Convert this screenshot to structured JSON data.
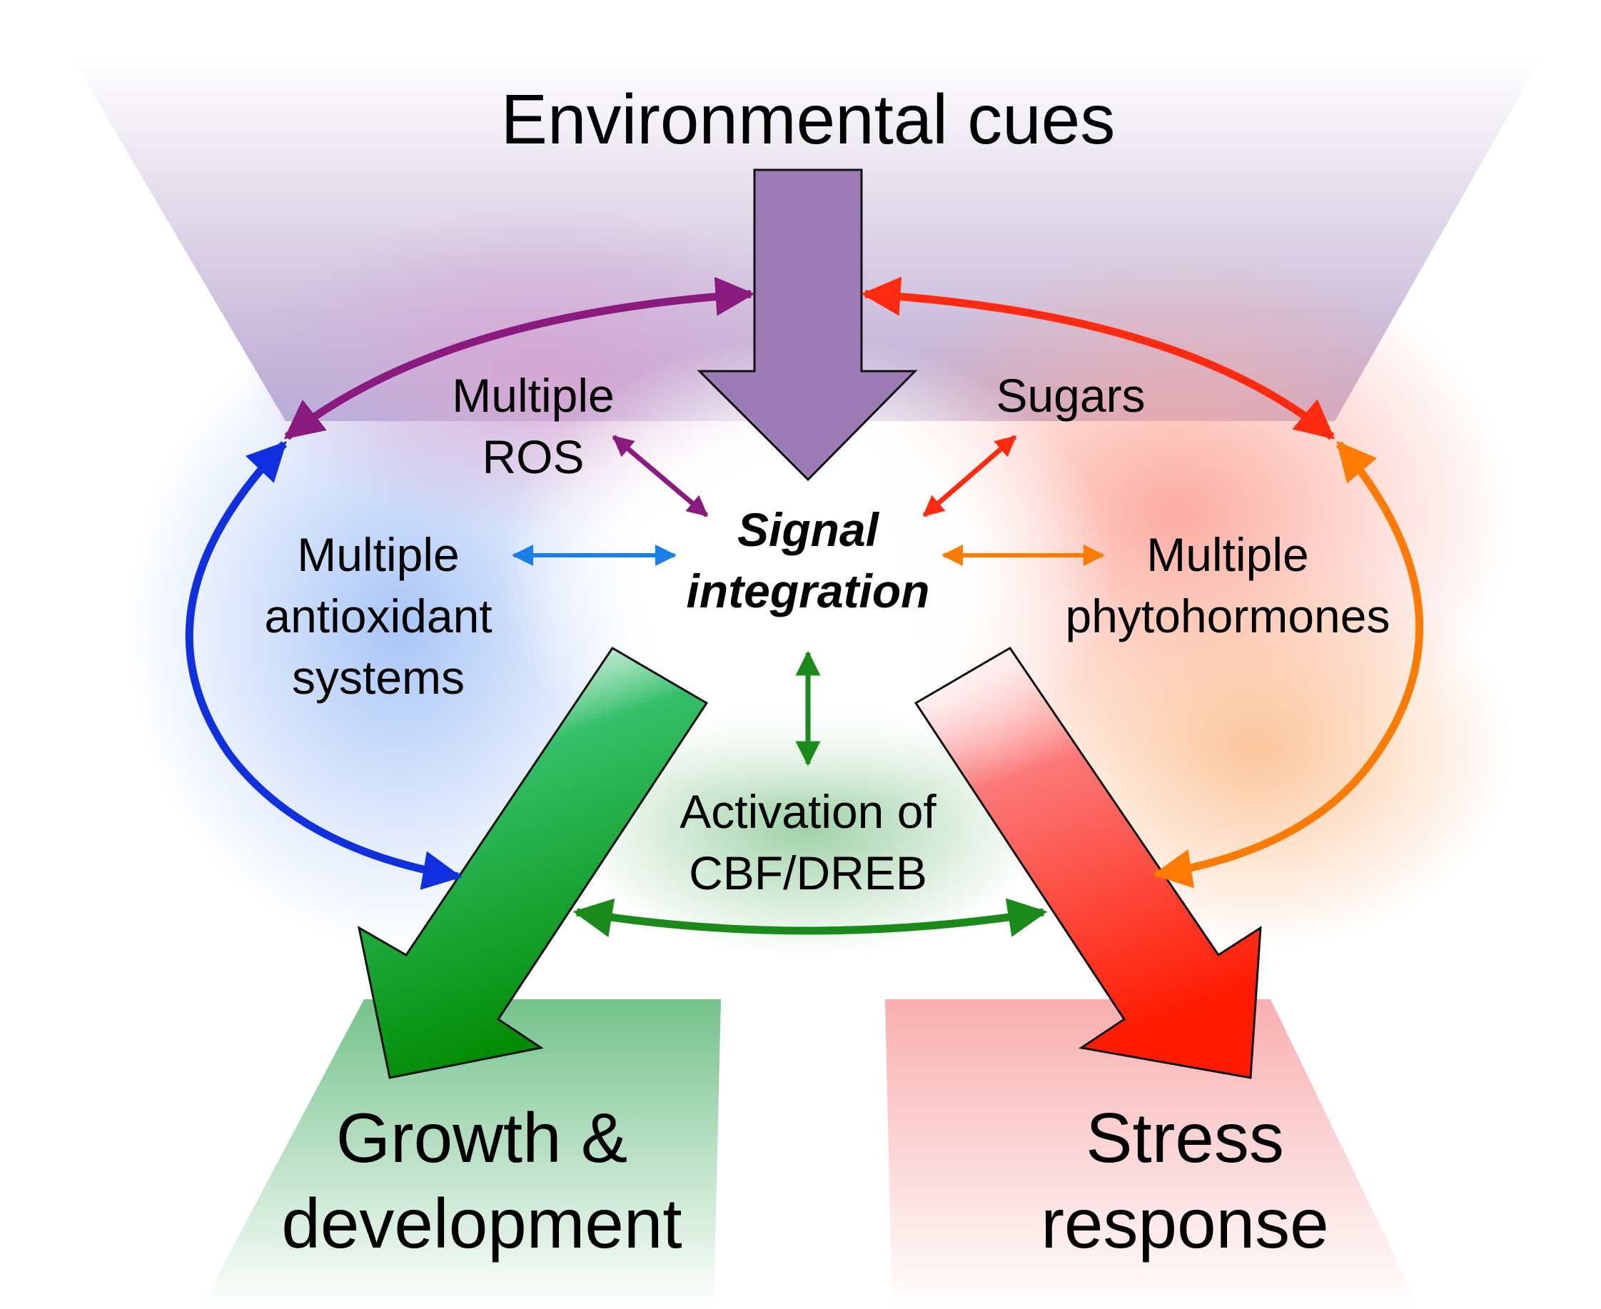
{
  "diagram": {
    "top": {
      "title": "Environmental cues"
    },
    "center": {
      "line1": "Signal",
      "line2": "integration"
    },
    "nodes": {
      "ros": {
        "line1": "Multiple",
        "line2": "ROS"
      },
      "sugars": {
        "line1": "Sugars"
      },
      "antioxidant": {
        "line1": "Multiple",
        "line2": "antioxidant",
        "line3": "systems"
      },
      "phytohormones": {
        "line1": "Multiple",
        "line2": "phytohormones"
      },
      "cbf": {
        "line1": "Activation of",
        "line2": "CBF/DREB"
      }
    },
    "outputs": {
      "growth": {
        "line1": "Growth &",
        "line2": "development"
      },
      "stress": {
        "line1": "Stress",
        "line2": "response"
      }
    },
    "colors": {
      "purple": "#8b1a7e",
      "purple_arrow": "#9b7cb4",
      "red": "#ff2a10",
      "blue": "#1030e0",
      "light_blue": "#1a7fe8",
      "orange": "#ff7a00",
      "green": "#1a8a1a",
      "green_arrow": "#0a8a2a"
    }
  }
}
